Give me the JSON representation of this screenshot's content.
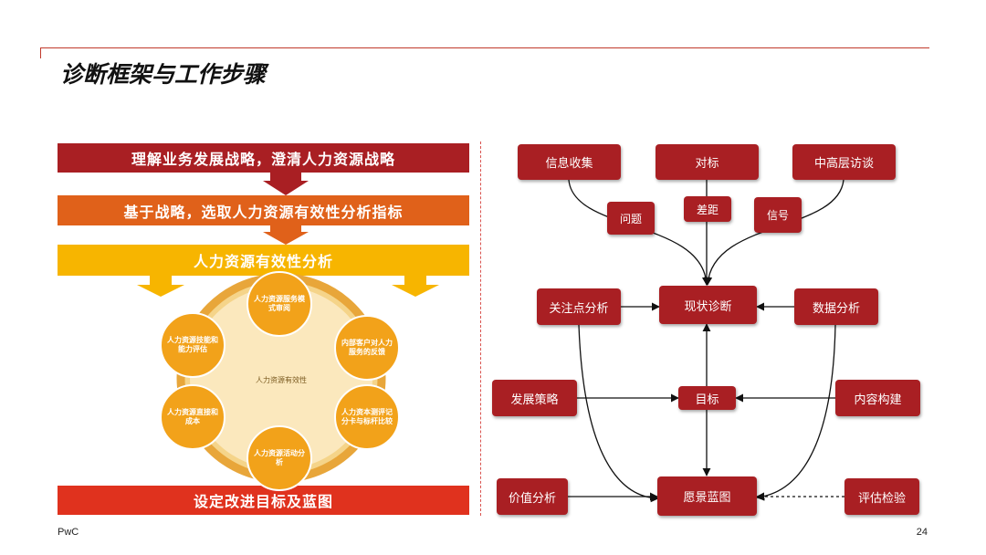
{
  "title": "诊断框架与工作步骤",
  "footer": {
    "brand": "PwC",
    "page": "24"
  },
  "left": {
    "band1": "理解业务发展战略，澄清人力资源战略",
    "band2": "基于战略，选取人力资源有效性分析指标",
    "band3": "人力资源有效性分析",
    "band4": "设定改进目标及蓝图",
    "center": "人力资源有效性",
    "circles": [
      "人力资源服务模式审阅",
      "内部客户对人力服务的反馈",
      "人力资本测评记分卡与标杆比较",
      "人力资源活动分析",
      "人力资源直接和成本",
      "人力资源技能和能力评估"
    ]
  },
  "right": {
    "info_collect": "信息收集",
    "benchmark": "对标",
    "interview": "中高层访谈",
    "issue": "问题",
    "gap": "差距",
    "signal": "信号",
    "focus": "关注点分析",
    "diagnosis": "现状诊断",
    "data_analysis": "数据分析",
    "strategy": "发展策略",
    "goal": "目标",
    "content": "内容构建",
    "value": "价值分析",
    "vision": "愿景蓝图",
    "evaluate": "评估检验"
  },
  "colors": {
    "dark_red": "#a91f23",
    "orange": "#e0611a",
    "yellow": "#f7b500",
    "red": "#e0321e",
    "ring": "#e8a63a",
    "circle": "#f2a21a"
  }
}
